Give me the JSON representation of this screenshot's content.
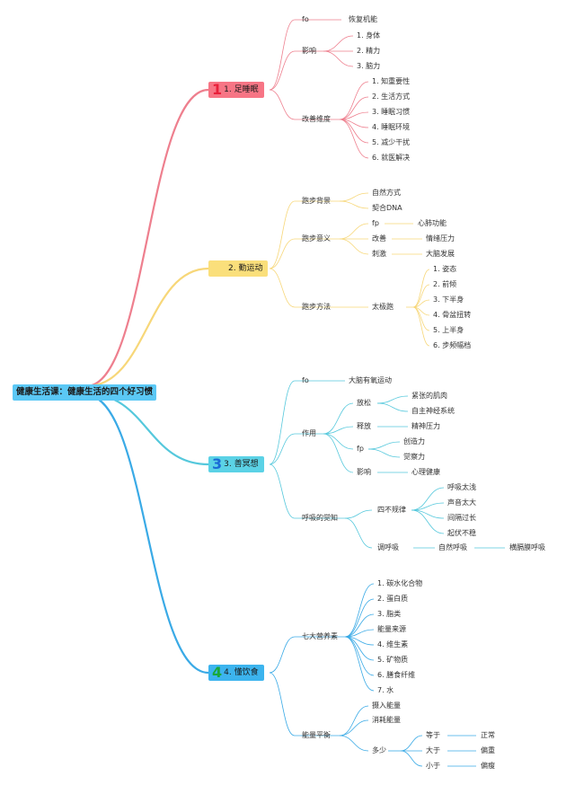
{
  "root": {
    "label": "健康生活课：健康生活的四个好习惯"
  },
  "branches": [
    {
      "num": "1",
      "label": "1. 足睡眠",
      "bg": "#f77585",
      "line": "#ee7f8e",
      "numColor": "#e8203a"
    },
    {
      "num": "",
      "label": "2. 勤运动",
      "bg": "#fadf7b",
      "line": "#f7d779",
      "numColor": "#c7a500"
    },
    {
      "num": "3",
      "label": "3. 善冥想",
      "bg": "#5bd2e6",
      "line": "#55c8dc",
      "numColor": "#1a6bd6"
    },
    {
      "num": "4",
      "label": "4. 懂饮食",
      "bg": "#3cb4ee",
      "line": "#3aaae6",
      "numColor": "#19a83a"
    }
  ],
  "b1": {
    "fo": "fo",
    "fo_val": "恢复机能",
    "yx": "影响",
    "yx_items": [
      "1. 身体",
      "2. 精力",
      "3. 脑力"
    ],
    "gs": "改善维度",
    "gs_items": [
      "1. 知重要性",
      "2. 生活方式",
      "3. 睡眠习惯",
      "4. 睡眠环境",
      "5. 减少干扰",
      "6. 就医解决"
    ]
  },
  "b2": {
    "bj": "跑步背景",
    "bj_items": [
      "自然方式",
      "契合DNA"
    ],
    "yy": "跑步意义",
    "yy_rows": [
      {
        "k": "fp",
        "v": "心肺功能"
      },
      {
        "k": "改善",
        "v": "情绪压力"
      },
      {
        "k": "刺激",
        "v": "大脑发展"
      }
    ],
    "ff": "跑步方法",
    "tj": "太极跑",
    "tj_items": [
      "1. 姿态",
      "2. 前倾",
      "3. 下半身",
      "4. 骨盆扭转",
      "5. 上半身",
      "6. 步频幅档"
    ]
  },
  "b3": {
    "fo": "fo",
    "fo_val": "大脑有氧运动",
    "zy": "作用",
    "fs": "放松",
    "fs_items": [
      "紧张的肌肉",
      "自主神经系统"
    ],
    "sf": "释放",
    "sf_val": "精神压力",
    "fp": "fp",
    "fp_items": [
      "创造力",
      "觉察力"
    ],
    "yx": "影响",
    "yx_val": "心理健康",
    "hx": "呼吸的觉知",
    "bgl": "四不规律",
    "bgl_items": [
      "呼吸太浅",
      "声音太大",
      "间隔过长",
      "起伏不稳"
    ],
    "thx": "调呼吸",
    "zr": "自然呼吸",
    "hg": "横膈膜呼吸"
  },
  "b4": {
    "yy": "七大营养素",
    "yy_items": [
      "1. 碳水化合物",
      "2. 蛋白质",
      "3. 脂类",
      "能量来源",
      "4. 维生素",
      "5. 矿物质",
      "6. 膳食纤维",
      "7. 水"
    ],
    "nl": "能量平衡",
    "sr": "摄入能量",
    "xh": "消耗能量",
    "ds": "多少",
    "ds_rows": [
      {
        "k": "等于",
        "v": "正常"
      },
      {
        "k": "大于",
        "v": "偏重"
      },
      {
        "k": "小于",
        "v": "偏瘦"
      }
    ]
  }
}
